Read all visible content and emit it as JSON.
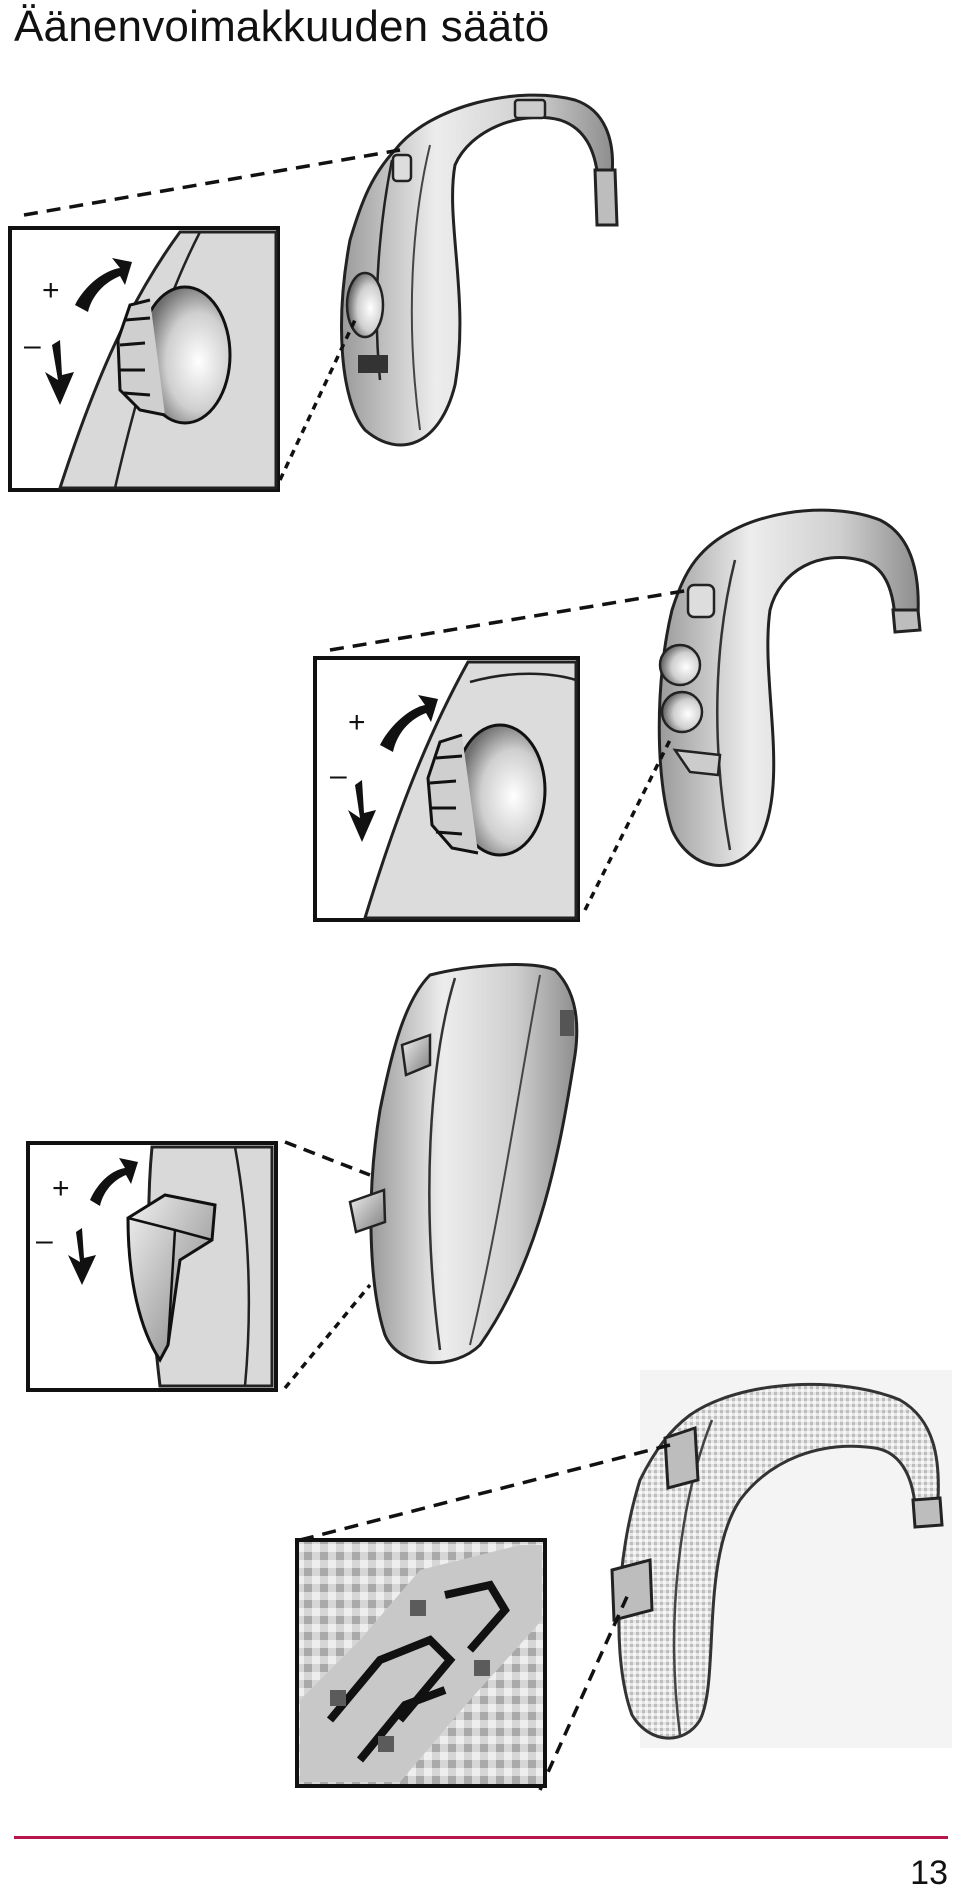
{
  "page": {
    "title": "Äänenvoimakkuuden säätö",
    "page_number": "13",
    "accent_color": "#b8164f"
  },
  "illustrations": [
    {
      "control": "rotary-wheel",
      "increase_sign": "+",
      "decrease_sign": "–"
    },
    {
      "control": "rotary-wheel",
      "increase_sign": "+",
      "decrease_sign": "–"
    },
    {
      "control": "rocker-switch",
      "increase_sign": "+",
      "decrease_sign": "–"
    },
    {
      "control": "rocker-switch-pixelated",
      "increase_sign": "",
      "decrease_sign": ""
    }
  ]
}
